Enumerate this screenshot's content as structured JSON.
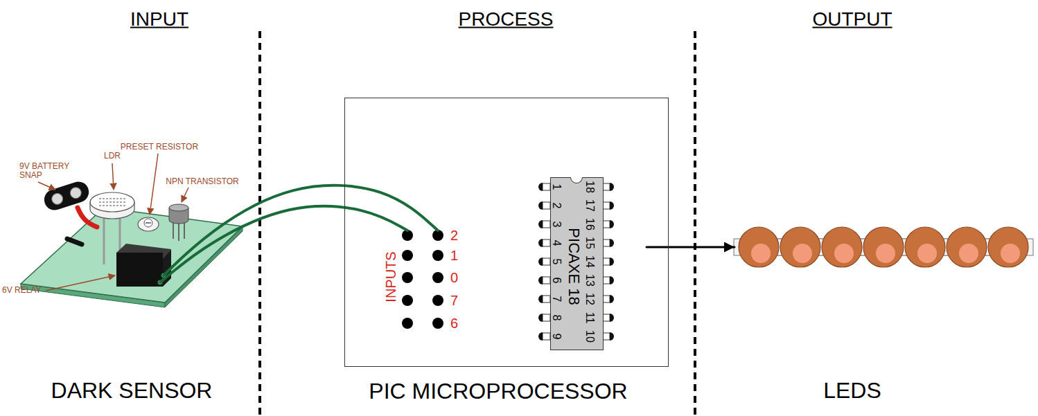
{
  "diagram": {
    "nodes": [
      {
        "text": [
          "DARK SENSOR"
        ]
      },
      {
        "text": [
          "PIC MICROPROCESSOR"
        ]
      },
      {
        "text": [
          "PICAXE 18"
        ],
        "in": 1
      },
      {
        "text": [
          "LEDS"
        ]
      }
    ],
    "edges": [
      {
        "from": 0,
        "to": 1,
        "arrow": "none"
      },
      {
        "from": 0,
        "to": 1,
        "arrow": "none"
      },
      {
        "from": 2,
        "to": 3,
        "arrow": "to"
      }
    ],
    "labels": [
      "INPUT",
      "PROCESS",
      "OUTPUT",
      "9V BATTERY SNAP",
      "LDR",
      "PRESET RESISTOR",
      "NPN TRANSISTOR",
      "6V RELAY",
      "INPUTS",
      "2",
      "1",
      "0",
      "7",
      "6",
      "1",
      "2",
      "3",
      "4",
      "5",
      "6",
      "7",
      "8",
      "9",
      "10",
      "11",
      "12",
      "13",
      "14",
      "15",
      "16",
      "17",
      "18"
    ]
  }
}
